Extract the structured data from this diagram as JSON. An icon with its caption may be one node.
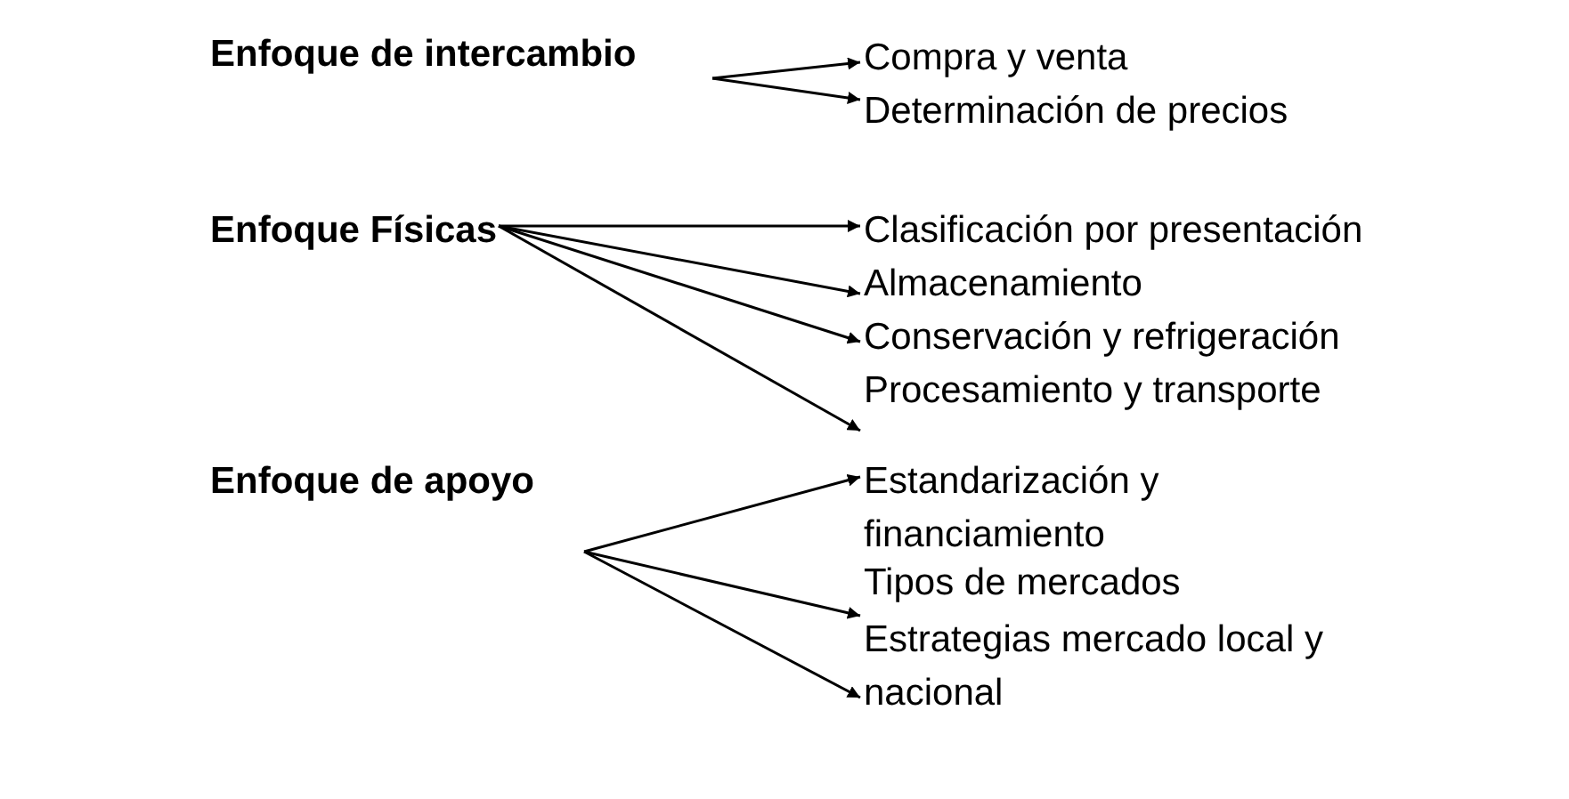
{
  "diagram": {
    "nodes": [
      {
        "text": [
          "Enfoque de intercambio"
        ]
      },
      {
        "text": [
          "Compra y venta"
        ]
      },
      {
        "text": [
          "Determinación de precios"
        ]
      },
      {
        "text": [
          "Enfoque Físicas"
        ]
      },
      {
        "text": [
          "Clasificación por presentación"
        ]
      },
      {
        "text": [
          "Almacenamiento"
        ]
      },
      {
        "text": [
          "Conservación y refrigeración"
        ]
      },
      {
        "text": [
          "Procesamiento y transporte"
        ]
      },
      {
        "text": [
          "Enfoque de apoyo"
        ]
      },
      {
        "text": [
          "Estandarización y financiamiento"
        ]
      },
      {
        "text": [
          "Tipos de mercados"
        ]
      },
      {
        "text": [
          "Estrategias mercado local y nacional"
        ]
      }
    ],
    "edges": [
      {
        "from": 0,
        "to": 1,
        "arrow": "to"
      },
      {
        "from": 0,
        "to": 2,
        "arrow": "to"
      },
      {
        "from": 3,
        "to": 4,
        "arrow": "to"
      },
      {
        "from": 3,
        "to": 5,
        "arrow": "to"
      },
      {
        "from": 3,
        "to": 6,
        "arrow": "to"
      },
      {
        "from": 3,
        "to": 7,
        "arrow": "to"
      },
      {
        "from": 8,
        "to": 9,
        "arrow": "to"
      },
      {
        "from": 8,
        "to": 10,
        "arrow": "to"
      },
      {
        "from": 8,
        "to": 11,
        "arrow": "to"
      }
    ]
  }
}
